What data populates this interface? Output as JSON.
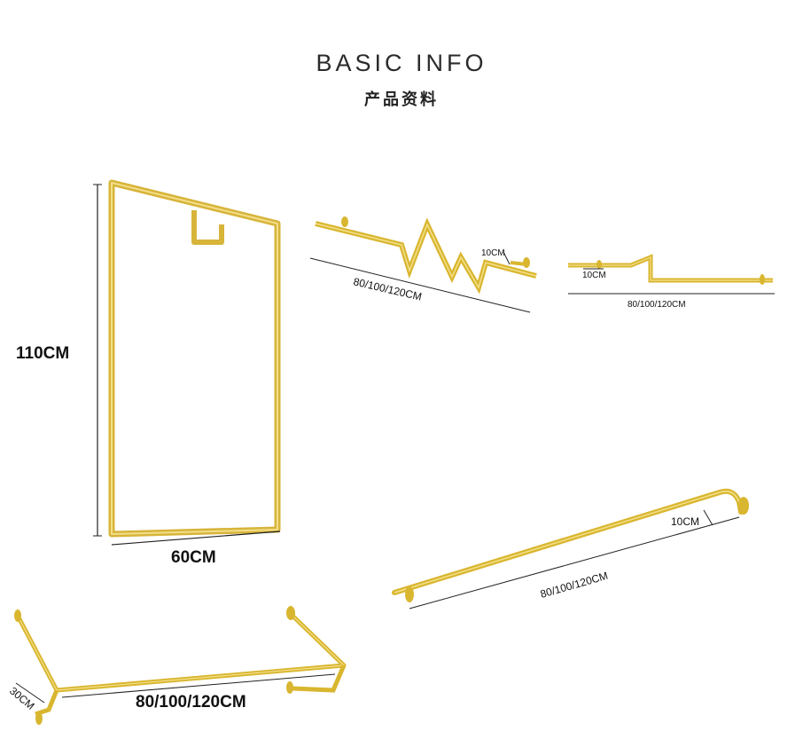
{
  "header": {
    "title": "BASIC INFO",
    "subtitle": "产品资料"
  },
  "colors": {
    "gold": "#d9b62f",
    "gold_dark": "#b8951f",
    "line": "#222222"
  },
  "products": {
    "frame_rack": {
      "height_label": "110CM",
      "width_label": "60CM"
    },
    "zigzag_rail": {
      "depth_label": "10CM",
      "length_label": "80/100/120CM"
    },
    "step_rail": {
      "depth_label": "10CM",
      "length_label": "80/100/120CM"
    },
    "diagonal_rail": {
      "depth_label": "10CM",
      "length_label": "80/100/120CM"
    },
    "floor_rail": {
      "depth_label": "30CM",
      "length_label": "80/100/120CM"
    }
  }
}
